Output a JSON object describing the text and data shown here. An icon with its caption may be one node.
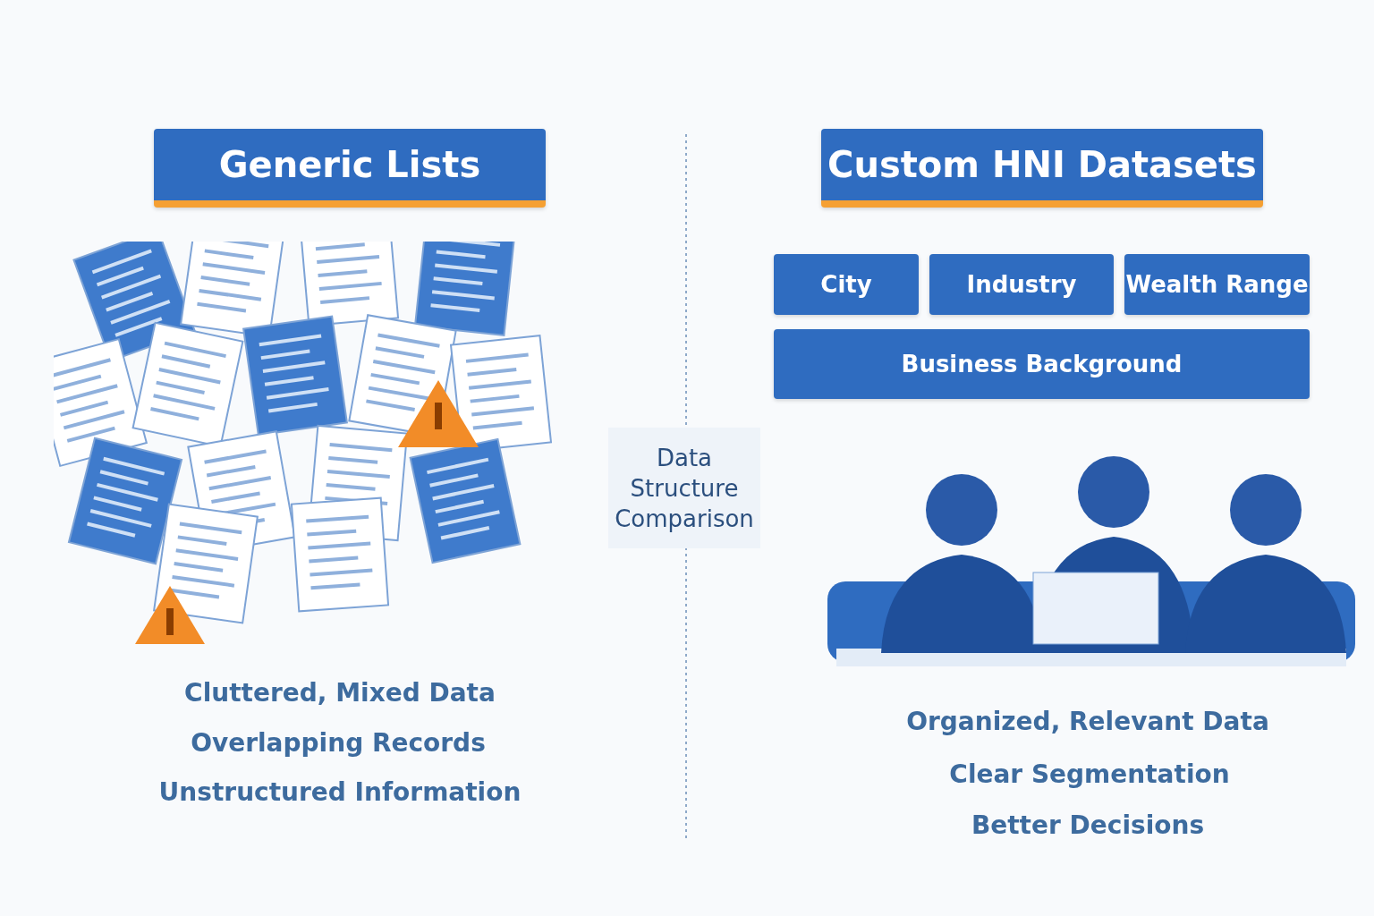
{
  "diagram": {
    "nodes": [
      {
        "text": [
          "Generic Lists"
        ]
      },
      {
        "text": [
          "Custom HNI Datasets"
        ]
      },
      {
        "text": [
          "City"
        ]
      },
      {
        "text": [
          "Industry"
        ]
      },
      {
        "text": [
          "Wealth Range"
        ]
      },
      {
        "text": [
          "Business Background"
        ]
      },
      {
        "text": [
          "Data Structure Comparison"
        ]
      }
    ],
    "labels": [
      "Cluttered, Mixed Data",
      "Overlapping Records",
      "Unstructured Information",
      "Organized, Relevant Data",
      "Clear Segmentation",
      "Better Decisions"
    ]
  }
}
